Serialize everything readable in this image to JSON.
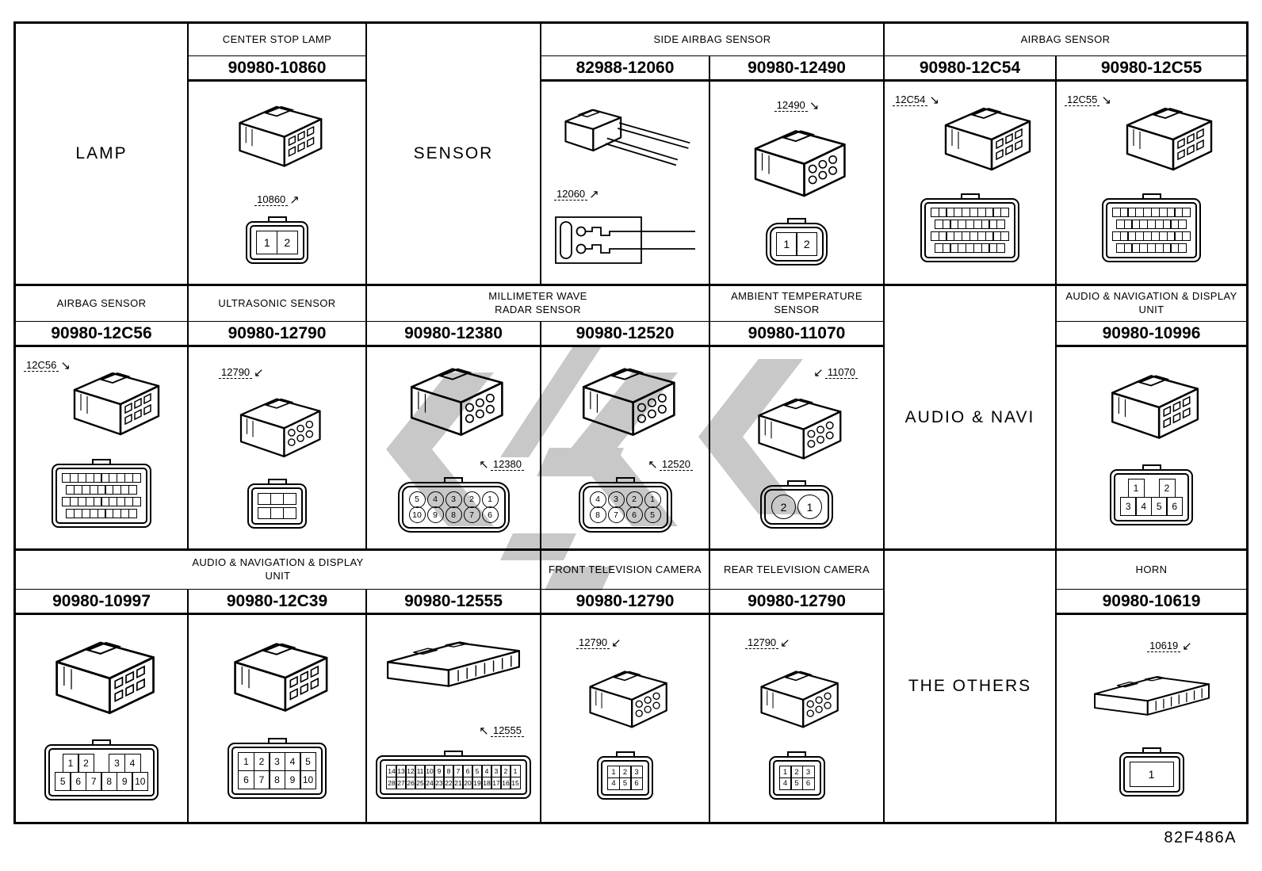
{
  "footer_code": "82F486A",
  "watermark_color": "#c8c8c8",
  "icons": {
    "arrow_up_right": "↗",
    "arrow_down_right": "↘",
    "arrow_down_left": "↙",
    "arrow_up_left": "↖"
  },
  "categories": {
    "lamp": "LAMP",
    "sensor": "SENSOR",
    "audio_navi": "AUDIO & NAVI",
    "others": "THE OTHERS"
  },
  "groups": {
    "center_stop_lamp": {
      "header1": "CENTER STOP LAMP",
      "parts": {
        "p10860": {
          "number": "90980-10860",
          "callout": "10860",
          "pins": [
            [
              "1",
              "2"
            ]
          ]
        }
      }
    },
    "side_airbag": {
      "header1": "SIDE AIRBAG SENSOR",
      "parts": {
        "p12060": {
          "number": "82988-12060",
          "callout": "12060"
        },
        "p12490": {
          "number": "90980-12490",
          "callout": "12490",
          "pins": [
            [
              "1",
              "2"
            ]
          ]
        }
      }
    },
    "airbag_row1": {
      "header1": "AIRBAG SENSOR",
      "parts": {
        "p12c54": {
          "number": "90980-12C54",
          "callout": "12C54",
          "pin_matrix": [
            10,
            9,
            10,
            9
          ]
        },
        "p12c55": {
          "number": "90980-12C55",
          "callout": "12C55",
          "pin_matrix": [
            10,
            9,
            10,
            9
          ]
        }
      }
    },
    "airbag_row2": {
      "header1": "AIRBAG SENSOR",
      "parts": {
        "p12c56": {
          "number": "90980-12C56",
          "callout": "12C56",
          "pin_matrix": [
            10,
            9,
            10,
            9
          ]
        }
      }
    },
    "ultrasonic": {
      "header1": "ULTRASONIC SENSOR",
      "parts": {
        "p12790": {
          "number": "90980-12790",
          "callout": "12790",
          "pin_matrix": [
            3,
            3
          ]
        }
      }
    },
    "mm_wave_radar": {
      "header1": "MILLIMETER WAVE",
      "header2": "RADAR SENSOR",
      "parts": {
        "p12380": {
          "number": "90980-12380",
          "callout": "12380",
          "pins_round": [
            [
              "5",
              "4",
              "3",
              "2",
              "1"
            ],
            [
              "10",
              "9",
              "8",
              "7",
              "6"
            ]
          ]
        },
        "p12520": {
          "number": "90980-12520",
          "callout": "12520",
          "pins_round": [
            [
              "4",
              "3",
              "2",
              "1"
            ],
            [
              "8",
              "7",
              "6",
              "5"
            ]
          ]
        }
      }
    },
    "ambient_temp": {
      "header1": "AMBIENT TEMPERATURE",
      "header2": "SENSOR",
      "parts": {
        "p11070": {
          "number": "90980-11070",
          "callout": "11070",
          "pins_round": [
            [
              "2",
              "1"
            ]
          ]
        }
      }
    },
    "audio_unit_r2": {
      "header1": "AUDIO & NAVIGATION & DISPLAY",
      "header2": "UNIT",
      "parts": {
        "p10996": {
          "number": "90980-10996",
          "pins": [
            [
              "1",
              "",
              "2"
            ],
            [
              "3",
              "4",
              "5",
              "6"
            ]
          ]
        }
      }
    },
    "audio_unit_r3": {
      "header1": "AUDIO & NAVIGATION & DISPLAY",
      "header2": "UNIT",
      "parts": {
        "p10997": {
          "number": "90980-10997",
          "pins": [
            [
              "1",
              "2",
              "",
              "3",
              "4"
            ],
            [
              "5",
              "6",
              "7",
              "8",
              "9",
              "10"
            ]
          ]
        },
        "p12c39": {
          "number": "90980-12C39",
          "pins": [
            [
              "1",
              "2",
              "3",
              "4",
              "5"
            ],
            [
              "6",
              "7",
              "8",
              "9",
              "10"
            ]
          ]
        },
        "p12555": {
          "number": "90980-12555",
          "callout": "12555",
          "pins": [
            [
              "14",
              "13",
              "12",
              "11",
              "10",
              "9",
              "8",
              "7",
              "6",
              "5",
              "4",
              "3",
              "2",
              "1"
            ],
            [
              "28",
              "27",
              "26",
              "25",
              "24",
              "23",
              "22",
              "21",
              "20",
              "19",
              "18",
              "17",
              "16",
              "15"
            ]
          ]
        }
      }
    },
    "front_tv_camera": {
      "header1": "FRONT TELEVISION CAMERA",
      "parts": {
        "p12790": {
          "number": "90980-12790",
          "callout": "12790",
          "pins": [
            [
              "1",
              "2",
              "3"
            ],
            [
              "4",
              "5",
              "6"
            ]
          ]
        }
      }
    },
    "rear_tv_camera": {
      "header1": "REAR TELEVISION CAMERA",
      "parts": {
        "p12790": {
          "number": "90980-12790",
          "callout": "12790",
          "pins": [
            [
              "1",
              "2",
              "3"
            ],
            [
              "4",
              "5",
              "6"
            ]
          ]
        }
      }
    },
    "horn": {
      "header1": "HORN",
      "parts": {
        "p10619": {
          "number": "90980-10619",
          "callout": "10619",
          "pins": [
            [
              "1"
            ]
          ]
        }
      }
    }
  }
}
